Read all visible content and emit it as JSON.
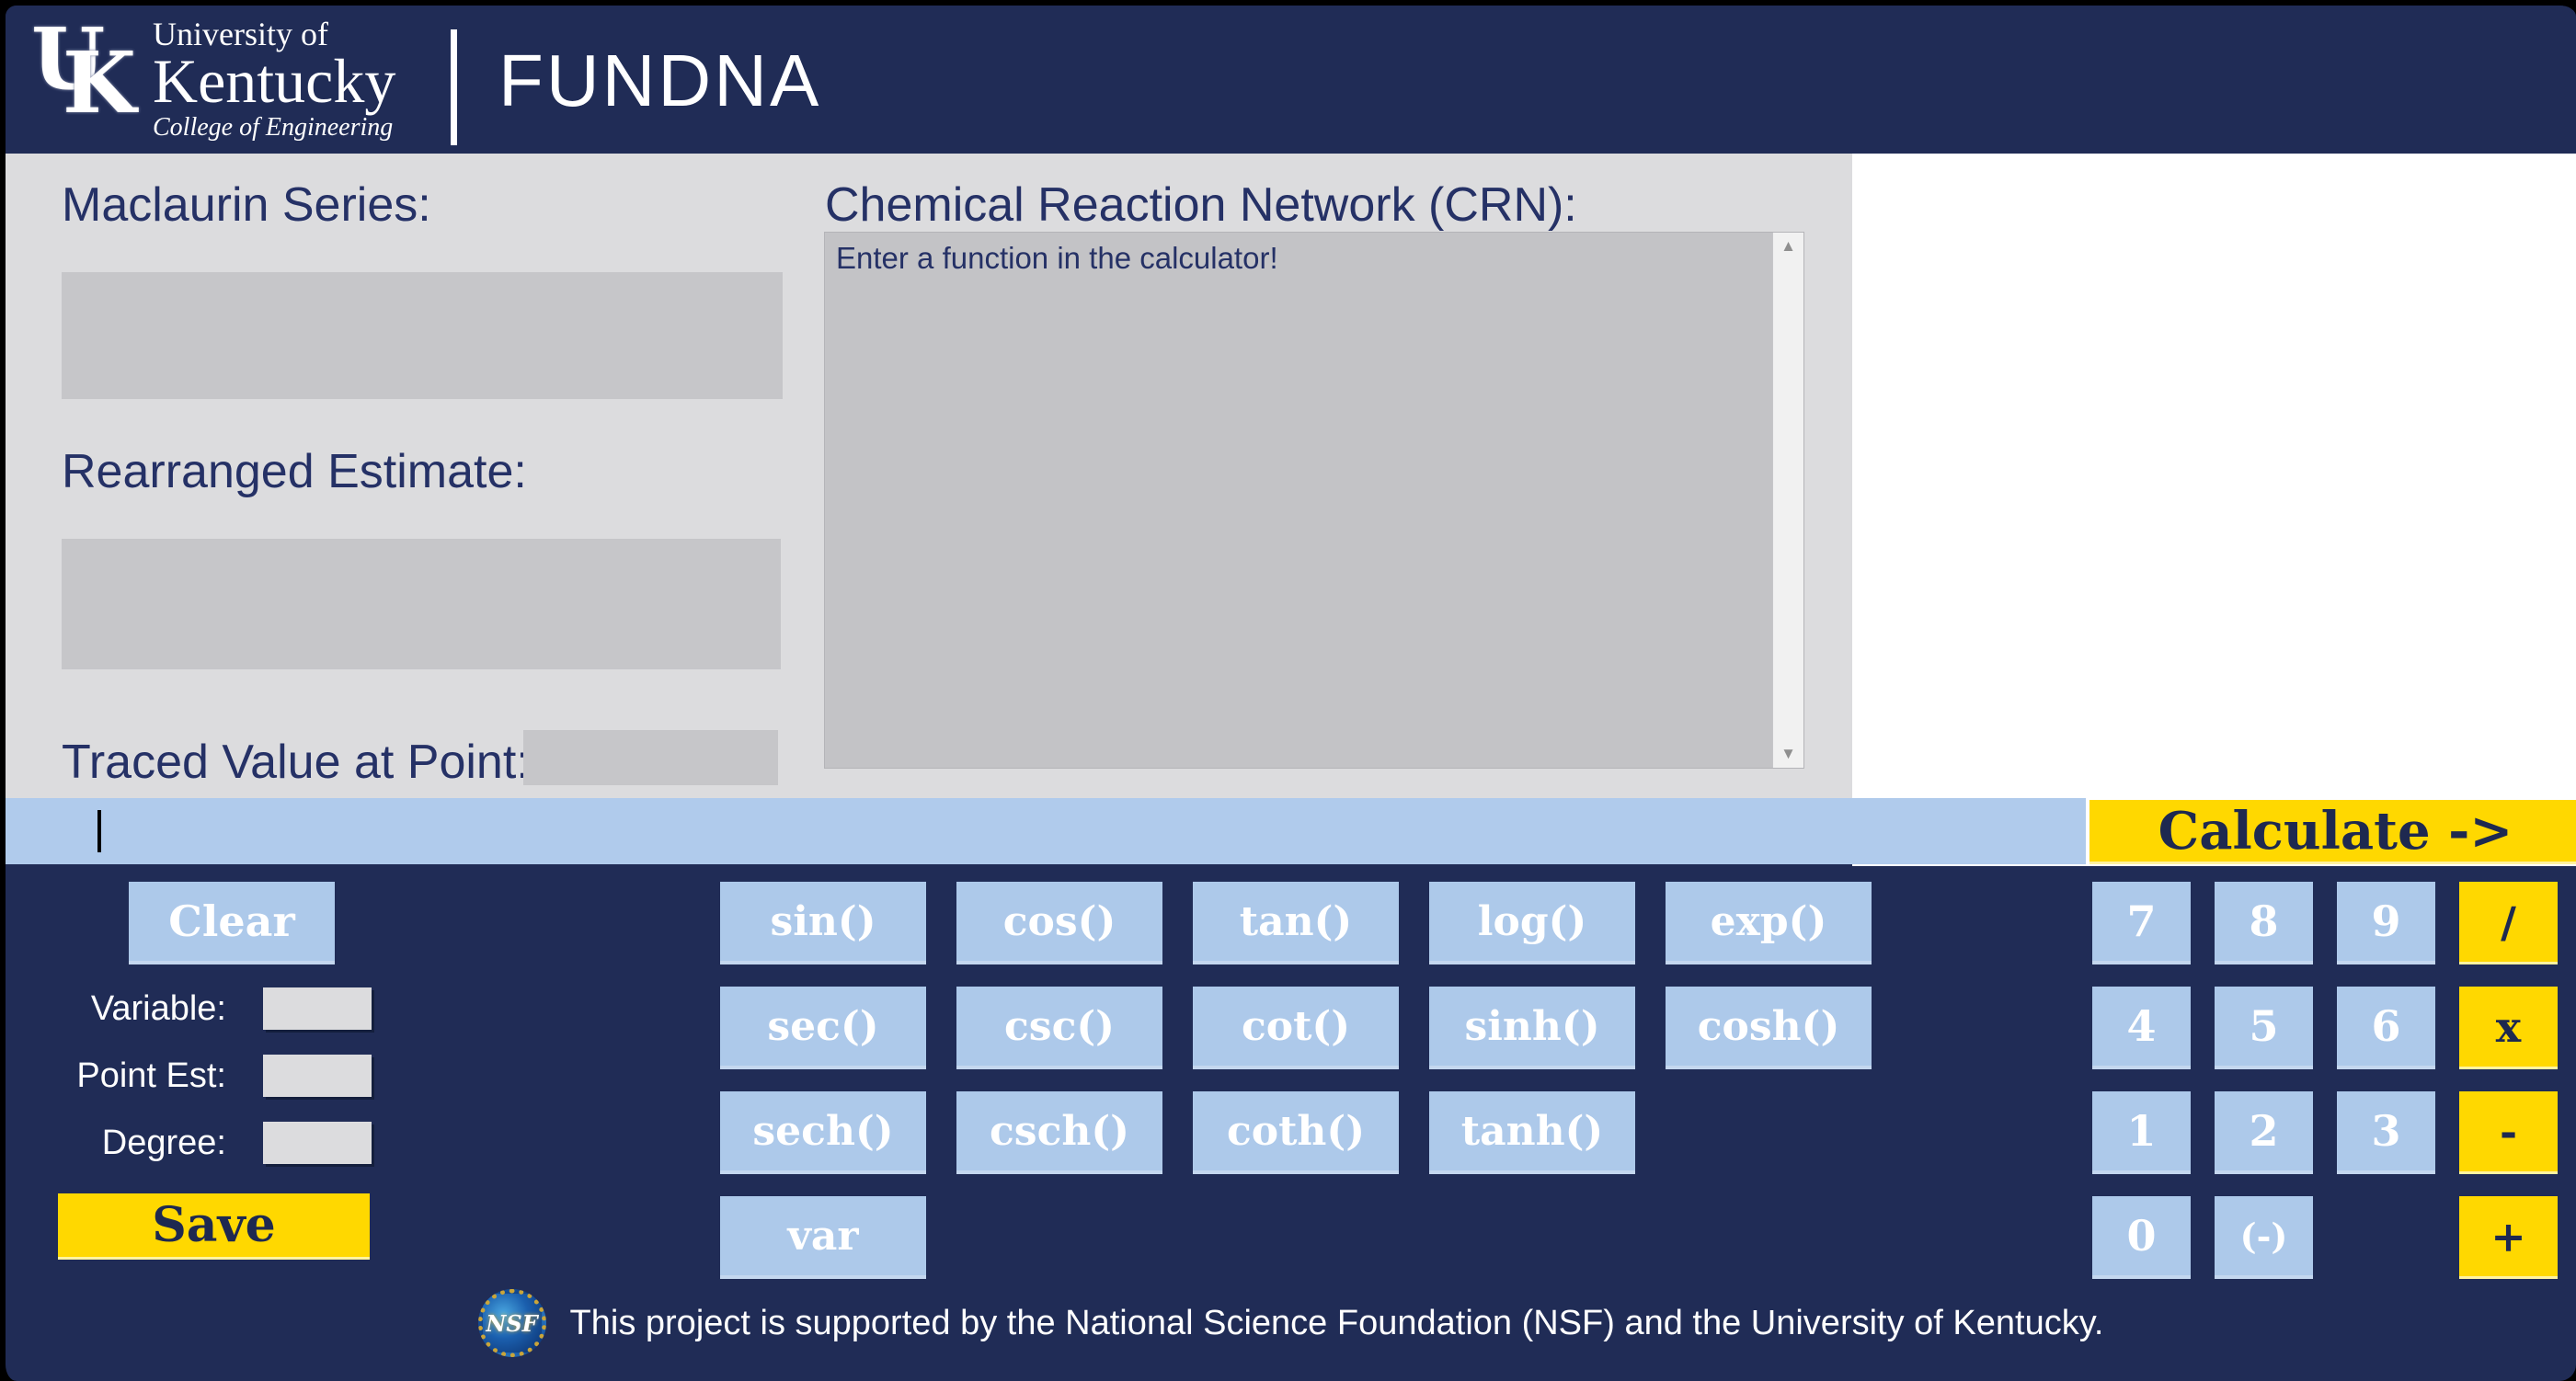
{
  "colors": {
    "navy": "#202c56",
    "navy_text": "#1e2950",
    "panel_gray": "#dcdcde",
    "box_gray": "#c6c6c9",
    "textarea_gray": "#c3c3c6",
    "light_blue": "#adc9ea",
    "input_bar_blue": "#b0cbec",
    "yellow": "#ffd800",
    "white": "#ffffff"
  },
  "icons": {
    "scroll_up": "▲",
    "scroll_down": "▼"
  },
  "header": {
    "brand": {
      "mark_u": "U",
      "mark_k": "K",
      "line1": "University of",
      "line2": "Kentucky",
      "line3": "College of Engineering"
    },
    "app_title": "FUNDNA"
  },
  "panel": {
    "maclaurin_label": "Maclaurin Series:",
    "maclaurin_value": "",
    "rearranged_label": "Rearranged Estimate:",
    "rearranged_value": "",
    "traced_label": "Traced Value at Point:",
    "traced_value": "",
    "crn_label": "Chemical Reaction Network (CRN):",
    "crn_placeholder": "Enter a function in the calculator!"
  },
  "input_bar": {
    "value": ""
  },
  "calculate_button": "Calculate ->",
  "calculator": {
    "clear_label": "Clear",
    "fields": [
      {
        "name": "variable",
        "label": "Variable:",
        "value": ""
      },
      {
        "name": "point-est",
        "label": "Point Est:",
        "value": ""
      },
      {
        "name": "degree",
        "label": "Degree:",
        "value": ""
      }
    ],
    "save_label": "Save",
    "function_rows": [
      [
        {
          "label": "sin()",
          "name": "sin"
        },
        {
          "label": "cos()",
          "name": "cos"
        },
        {
          "label": "tan()",
          "name": "tan"
        },
        {
          "label": "log()",
          "name": "log"
        },
        {
          "label": "exp()",
          "name": "exp"
        }
      ],
      [
        {
          "label": "sec()",
          "name": "sec"
        },
        {
          "label": "csc()",
          "name": "csc"
        },
        {
          "label": "cot()",
          "name": "cot"
        },
        {
          "label": "sinh()",
          "name": "sinh"
        },
        {
          "label": "cosh()",
          "name": "cosh"
        }
      ],
      [
        {
          "label": "sech()",
          "name": "sech"
        },
        {
          "label": "csch()",
          "name": "csch"
        },
        {
          "label": "coth()",
          "name": "coth"
        },
        {
          "label": "tanh()",
          "name": "tanh"
        }
      ],
      [
        {
          "label": "var",
          "name": "var"
        }
      ]
    ],
    "numpad_rows": [
      [
        {
          "label": "7",
          "name": "7",
          "type": "num"
        },
        {
          "label": "8",
          "name": "8",
          "type": "num"
        },
        {
          "label": "9",
          "name": "9",
          "type": "num"
        },
        {
          "label": "/",
          "name": "divide",
          "type": "op"
        }
      ],
      [
        {
          "label": "4",
          "name": "4",
          "type": "num"
        },
        {
          "label": "5",
          "name": "5",
          "type": "num"
        },
        {
          "label": "6",
          "name": "6",
          "type": "num"
        },
        {
          "label": "x",
          "name": "multiply",
          "type": "op"
        }
      ],
      [
        {
          "label": "1",
          "name": "1",
          "type": "num"
        },
        {
          "label": "2",
          "name": "2",
          "type": "num"
        },
        {
          "label": "3",
          "name": "3",
          "type": "num"
        },
        {
          "label": "-",
          "name": "minus",
          "type": "op"
        }
      ],
      [
        {
          "label": "0",
          "name": "0",
          "type": "num"
        },
        {
          "label": "(-)",
          "name": "negate",
          "type": "num",
          "small": true
        },
        {
          "type": "empty"
        },
        {
          "label": "+",
          "name": "plus",
          "type": "op"
        }
      ]
    ]
  },
  "footer": {
    "nsf_label": "NSF",
    "text": "This project is supported by the National Science Foundation (NSF) and the University of Kentucky."
  }
}
